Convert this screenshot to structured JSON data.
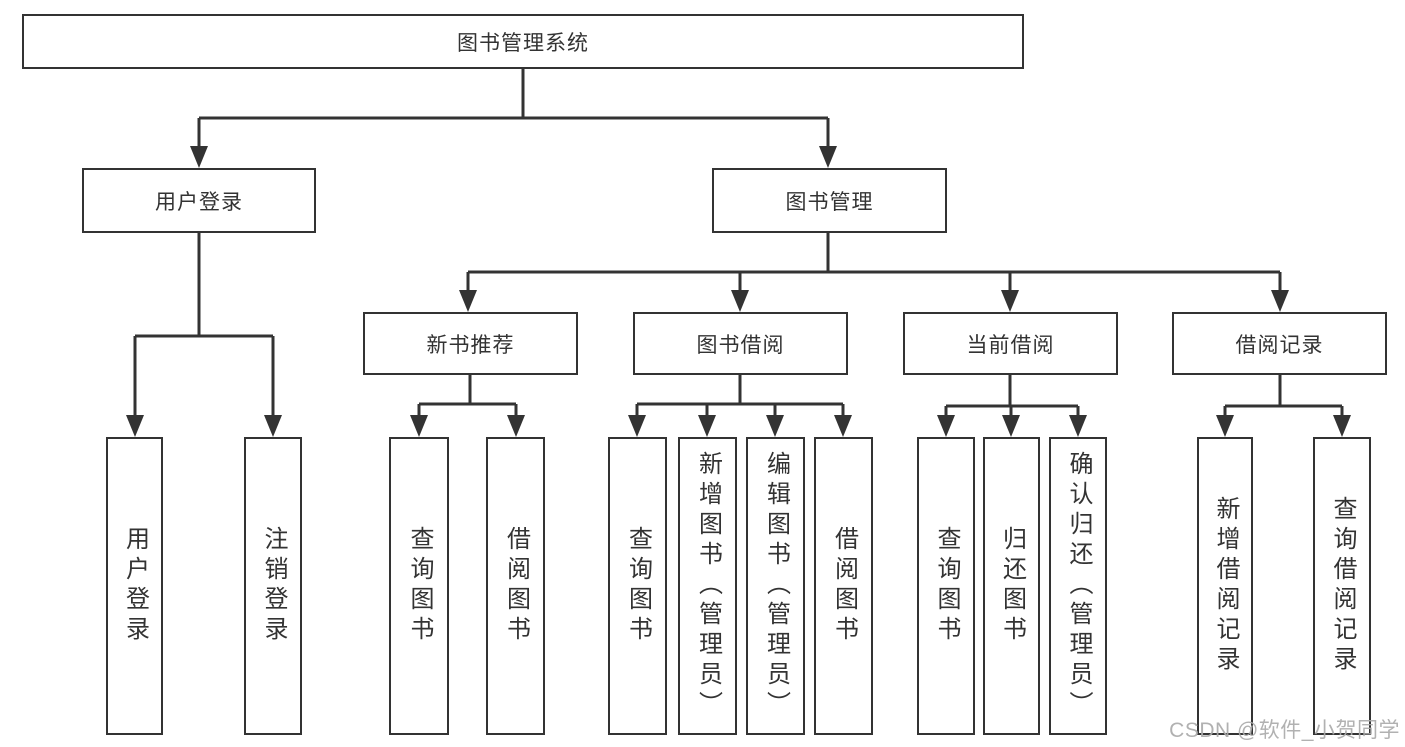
{
  "diagram": {
    "root": "图书管理系统",
    "branches": {
      "user_login": {
        "label": "用户登录",
        "children": [
          "用户登录",
          "注销登录"
        ]
      },
      "book_management": {
        "label": "图书管理",
        "sections": {
          "new_books": {
            "label": "新书推荐",
            "children": [
              "查询图书",
              "借阅图书"
            ]
          },
          "book_borrowing": {
            "label": "图书借阅",
            "children": [
              "查询图书",
              "新增图书（管理员）",
              "编辑图书（管理员）",
              "借阅图书"
            ]
          },
          "current_borrowing": {
            "label": "当前借阅",
            "children": [
              "查询图书",
              "归还图书",
              "确认归还（管理员）"
            ]
          },
          "borrowing_records": {
            "label": "借阅记录",
            "children": [
              "新增借阅记录",
              "查询借阅记录"
            ]
          }
        }
      }
    }
  },
  "watermark": "CSDN @软件_小贺同学",
  "colors": {
    "line": "#333333",
    "text": "#333333",
    "background": "#ffffff",
    "watermark": "#ababab"
  }
}
